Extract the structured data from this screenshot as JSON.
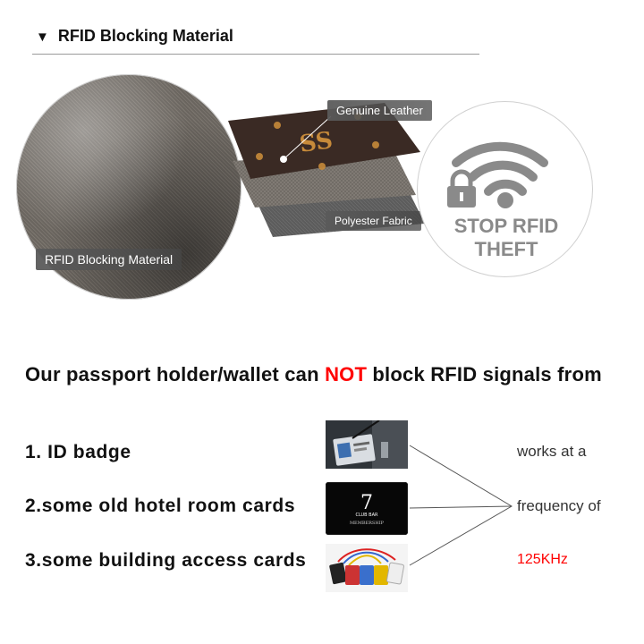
{
  "header": {
    "title": "RFID Blocking Material",
    "marker": "▼"
  },
  "diagram": {
    "fabric_label": "RFID Blocking Material",
    "leather_label": "Genuine Leather",
    "polyester_label": "Polyester Fabric",
    "stop_text_line1": "STOP RFID",
    "stop_text_line2": "THEFT"
  },
  "message": {
    "part1": "Our  passport  holder/wallet can ",
    "highlight": "NOT",
    "part2": " block RFID signals from"
  },
  "list": [
    {
      "label": "1. ID badge"
    },
    {
      "label": "2.some  old  hotel  room  cards"
    },
    {
      "label": "3.some  building  access  cards"
    }
  ],
  "hotel_card": {
    "number": "7",
    "brand": "CLUB BAR",
    "sub": "MEMBERSHIP"
  },
  "frequency_note": {
    "line1": "works at a",
    "line2": "frequency of",
    "line3": "125KHz"
  },
  "colors": {
    "highlight": "#ff0000",
    "stop_icon": "#8a8a8a"
  },
  "icons": [
    "lock-wifi-icon",
    "down-triangle-icon"
  ]
}
